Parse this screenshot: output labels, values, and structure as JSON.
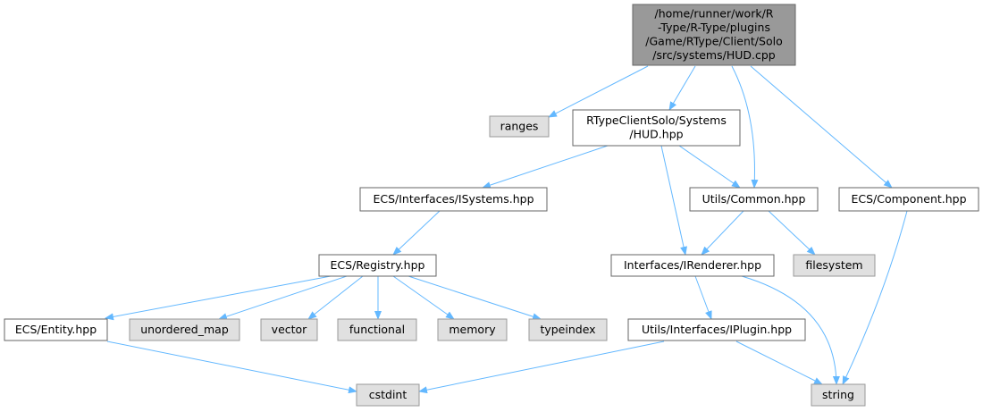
{
  "graph": {
    "edge_color": "#63b8ff",
    "nodes": [
      {
        "id": "root",
        "label": [
          "/home/runner/work/R",
          "-Type/R-Type/plugins",
          "/Game/RType/Client/Solo",
          "/src/systems/HUD.cpp"
        ],
        "kind": "root"
      },
      {
        "id": "ranges",
        "label": [
          "ranges"
        ],
        "kind": "system"
      },
      {
        "id": "hud_hpp",
        "label": [
          "RTypeClientSolo/Systems",
          "/HUD.hpp"
        ],
        "kind": "file"
      },
      {
        "id": "isystems",
        "label": [
          "ECS/Interfaces/ISystems.hpp"
        ],
        "kind": "file"
      },
      {
        "id": "common",
        "label": [
          "Utils/Common.hpp"
        ],
        "kind": "file"
      },
      {
        "id": "component",
        "label": [
          "ECS/Component.hpp"
        ],
        "kind": "file"
      },
      {
        "id": "registry",
        "label": [
          "ECS/Registry.hpp"
        ],
        "kind": "file"
      },
      {
        "id": "irenderer",
        "label": [
          "Interfaces/IRenderer.hpp"
        ],
        "kind": "file"
      },
      {
        "id": "filesystem",
        "label": [
          "filesystem"
        ],
        "kind": "system"
      },
      {
        "id": "entity",
        "label": [
          "ECS/Entity.hpp"
        ],
        "kind": "file"
      },
      {
        "id": "unordered_map",
        "label": [
          "unordered_map"
        ],
        "kind": "system"
      },
      {
        "id": "vector",
        "label": [
          "vector"
        ],
        "kind": "system"
      },
      {
        "id": "functional",
        "label": [
          "functional"
        ],
        "kind": "system"
      },
      {
        "id": "memory",
        "label": [
          "memory"
        ],
        "kind": "system"
      },
      {
        "id": "typeindex",
        "label": [
          "typeindex"
        ],
        "kind": "system"
      },
      {
        "id": "iplugin",
        "label": [
          "Utils/Interfaces/IPlugin.hpp"
        ],
        "kind": "file"
      },
      {
        "id": "cstdint",
        "label": [
          "cstdint"
        ],
        "kind": "system"
      },
      {
        "id": "string",
        "label": [
          "string"
        ],
        "kind": "system"
      }
    ],
    "edges": [
      [
        "root",
        "ranges"
      ],
      [
        "root",
        "hud_hpp"
      ],
      [
        "root",
        "common"
      ],
      [
        "root",
        "component"
      ],
      [
        "hud_hpp",
        "isystems"
      ],
      [
        "hud_hpp",
        "common"
      ],
      [
        "hud_hpp",
        "irenderer"
      ],
      [
        "isystems",
        "registry"
      ],
      [
        "common",
        "irenderer"
      ],
      [
        "common",
        "filesystem"
      ],
      [
        "component",
        "string"
      ],
      [
        "registry",
        "entity"
      ],
      [
        "registry",
        "unordered_map"
      ],
      [
        "registry",
        "vector"
      ],
      [
        "registry",
        "functional"
      ],
      [
        "registry",
        "memory"
      ],
      [
        "registry",
        "typeindex"
      ],
      [
        "entity",
        "cstdint"
      ],
      [
        "irenderer",
        "string"
      ],
      [
        "irenderer",
        "iplugin"
      ],
      [
        "iplugin",
        "cstdint"
      ],
      [
        "iplugin",
        "string"
      ]
    ]
  }
}
